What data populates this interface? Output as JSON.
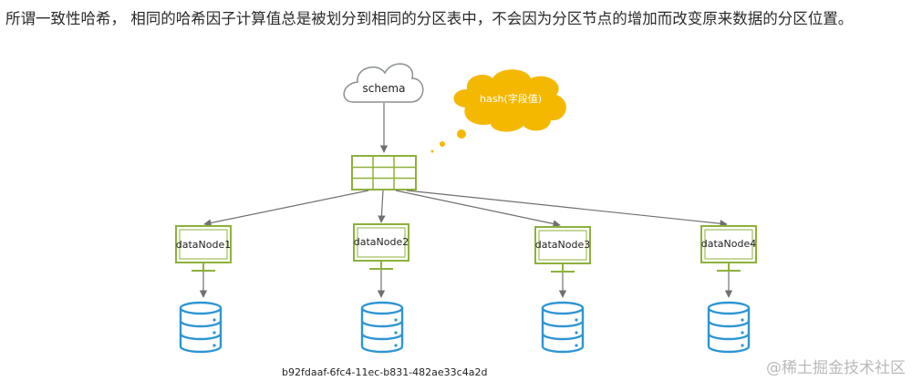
{
  "intro_text": "所谓一致性哈希， 相同的哈希因子计算值总是被划分到相同的分区表中，不会因为分区节点的增加而改变原来数据的分区位置。",
  "diagram": {
    "cloud_label": "schema",
    "thought_label": "hash(字段值)",
    "nodes": [
      {
        "label": "dataNode1"
      },
      {
        "label": "dataNode2"
      },
      {
        "label": "dataNode3"
      },
      {
        "label": "dataNode4"
      }
    ],
    "id_caption": "b92fdaaf-6fc4-11ec-b831-482ae33c4a2d"
  },
  "watermark": "@稀土掘金技术社区",
  "colors": {
    "text": "#2a2a2a",
    "node_green": "#8db13b",
    "node_fill": "#ffffff",
    "cloud_stroke": "#8a8f93",
    "thought_fill": "#f5b800",
    "db_blue": "#2e95d3",
    "arrow": "#707070"
  }
}
